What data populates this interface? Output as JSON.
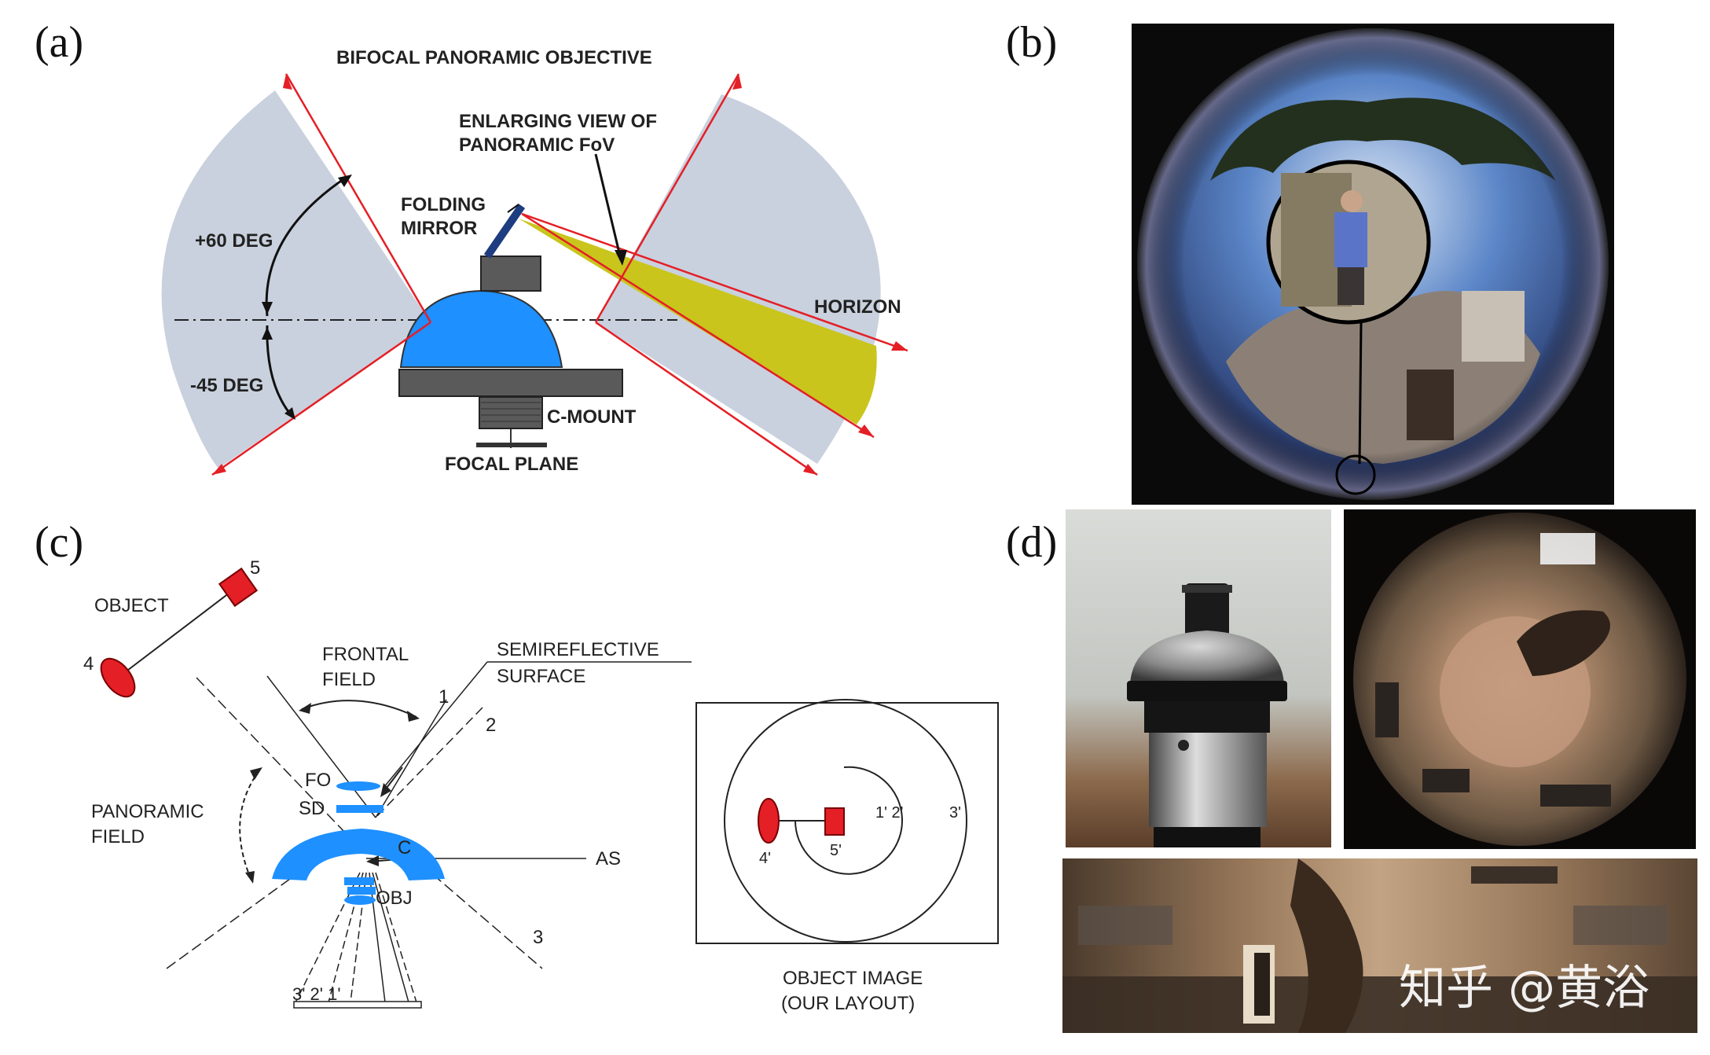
{
  "panels": {
    "a": {
      "label": "(a)",
      "title": "BIFOCAL PANORAMIC OBJECTIVE",
      "callout_line1": "ENLARGING VIEW OF",
      "callout_line2": "PANORAMIC FoV",
      "mirror_line1": "FOLDING",
      "mirror_line2": "MIRROR",
      "angle_up": "+60 DEG",
      "angle_down": "-45 DEG",
      "horizon": "HORIZON",
      "mount": "C-MOUNT",
      "focal_plane": "FOCAL PLANE"
    },
    "b": {
      "label": "(b)"
    },
    "c": {
      "label": "(c)",
      "object": "OBJECT",
      "num4": "4",
      "num5": "5",
      "frontal1": "FRONTAL",
      "frontal2": "FIELD",
      "semi1": "SEMIREFLECTIVE",
      "semi2": "SURFACE",
      "ray1": "1",
      "ray2": "2",
      "ray3": "3",
      "panoramic1": "PANORAMIC",
      "panoramic2": "FIELD",
      "fo": "FO",
      "sd": "SD",
      "c": "C",
      "as": "AS",
      "obj": "OBJ",
      "img_labels": "3' 2' 1'",
      "layout_1p2p": "1' 2'",
      "layout_3p": "3'",
      "layout_4p": "4'",
      "layout_5p": "5'",
      "caption1": "OBJECT IMAGE",
      "caption2": "(OUR LAYOUT)"
    },
    "d": {
      "label": "(d)",
      "watermark": "知乎 @黄浴"
    }
  },
  "colors": {
    "fov_gray": "#c9d1de",
    "ray_red": "#e41f26",
    "lens_blue": "#1e90ff",
    "yellow": "#c9c51c",
    "dark_gray": "#5a5a5a"
  }
}
